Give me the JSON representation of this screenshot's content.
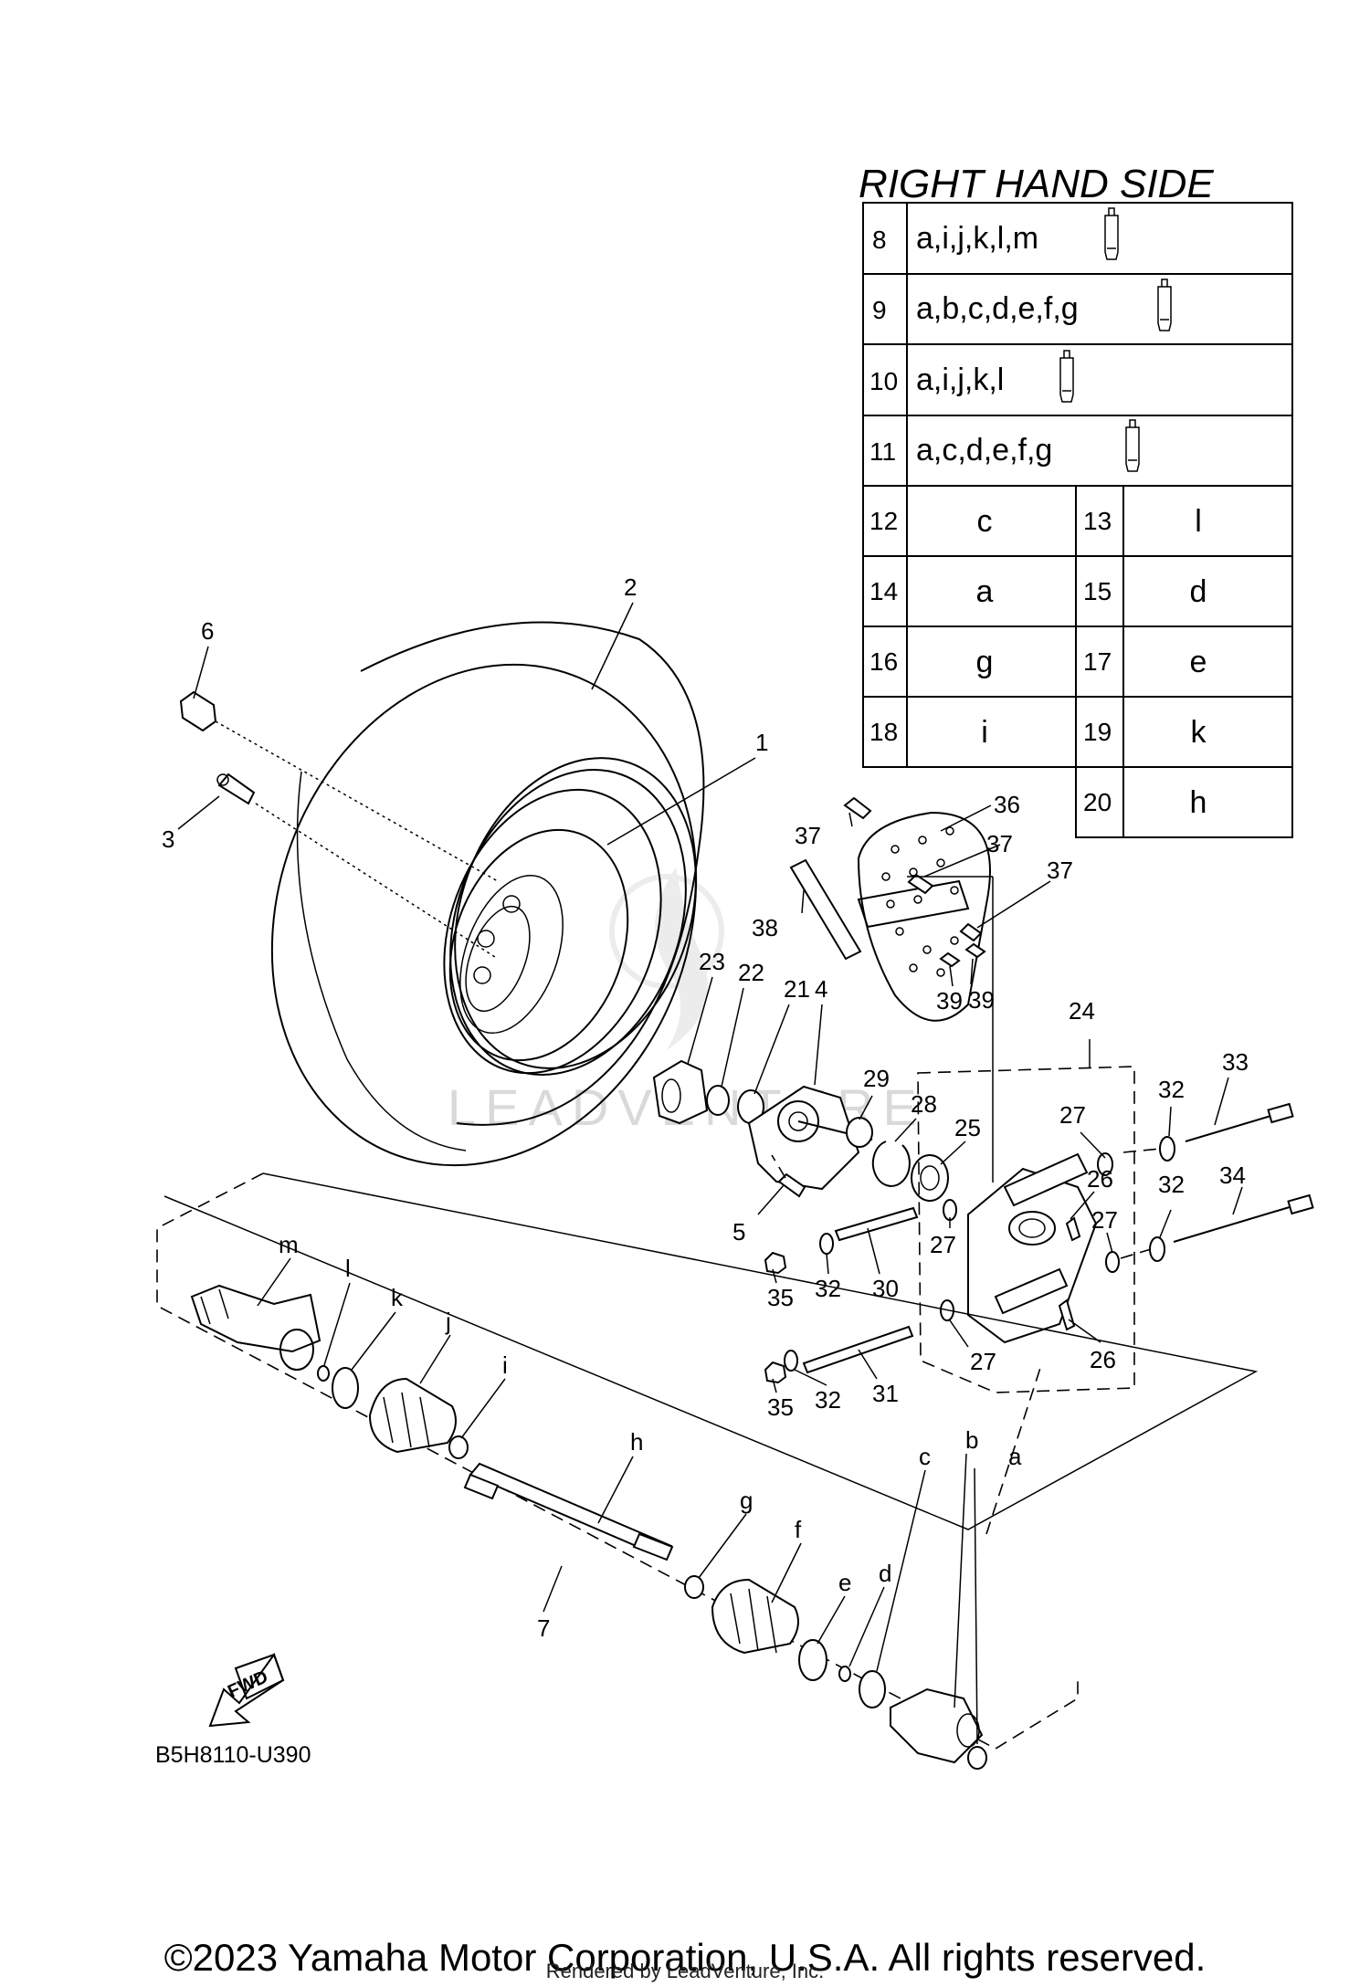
{
  "table": {
    "title": "RIGHT HAND SIDE",
    "wide_rows": [
      {
        "num": "8",
        "text": "a,i,j,k,l,m",
        "icon": "grease-tube-icon"
      },
      {
        "num": "9",
        "text": "a,b,c,d,e,f,g",
        "icon": "grease-tube-icon"
      },
      {
        "num": "10",
        "text": "a,i,j,k,l",
        "icon": "grease-tube-icon"
      },
      {
        "num": "11",
        "text": "a,c,d,e,f,g",
        "icon": "grease-tube-icon"
      }
    ],
    "pair_rows": [
      {
        "n1": "12",
        "v1": "c",
        "n2": "13",
        "v2": "l"
      },
      {
        "n1": "14",
        "v1": "a",
        "n2": "15",
        "v2": "d"
      },
      {
        "n1": "16",
        "v1": "g",
        "n2": "17",
        "v2": "e"
      },
      {
        "n1": "18",
        "v1": "i",
        "n2": "19",
        "v2": "k"
      },
      {
        "n2": "20",
        "v2": "h"
      }
    ]
  },
  "callouts": {
    "c1": "1",
    "c2": "2",
    "c3": "3",
    "c4": "4",
    "c5": "5",
    "c6": "6",
    "c7": "7",
    "c21": "21",
    "c22": "22",
    "c23": "23",
    "c24": "24",
    "c25": "25",
    "c26a": "26",
    "c26b": "26",
    "c27a": "27",
    "c27b": "27",
    "c27c": "27",
    "c27d": "27",
    "c28": "28",
    "c29": "29",
    "c30": "30",
    "c31": "31",
    "c32a": "32",
    "c32b": "32",
    "c32c": "32",
    "c32d": "32",
    "c33": "33",
    "c34": "34",
    "c35a": "35",
    "c35b": "35",
    "c36": "36",
    "c37a": "37",
    "c37b": "37",
    "c37c": "37",
    "c38": "38",
    "c39a": "39",
    "c39b": "39",
    "la": "a",
    "lb": "b",
    "lc": "c",
    "ld": "d",
    "le": "e",
    "lf": "f",
    "lg": "g",
    "lh": "h",
    "li": "i",
    "lj": "j",
    "lk": "k",
    "ll": "l",
    "lm": "m"
  },
  "fwd_label": "FWD",
  "diagram_code": "B5H8110-U390",
  "watermark": "LEADVENTURE",
  "copyright": "©2023 Yamaha Motor Corporation, U.S.A. All rights reserved.",
  "rendered_by": "Rendered by LeadVenture, Inc."
}
